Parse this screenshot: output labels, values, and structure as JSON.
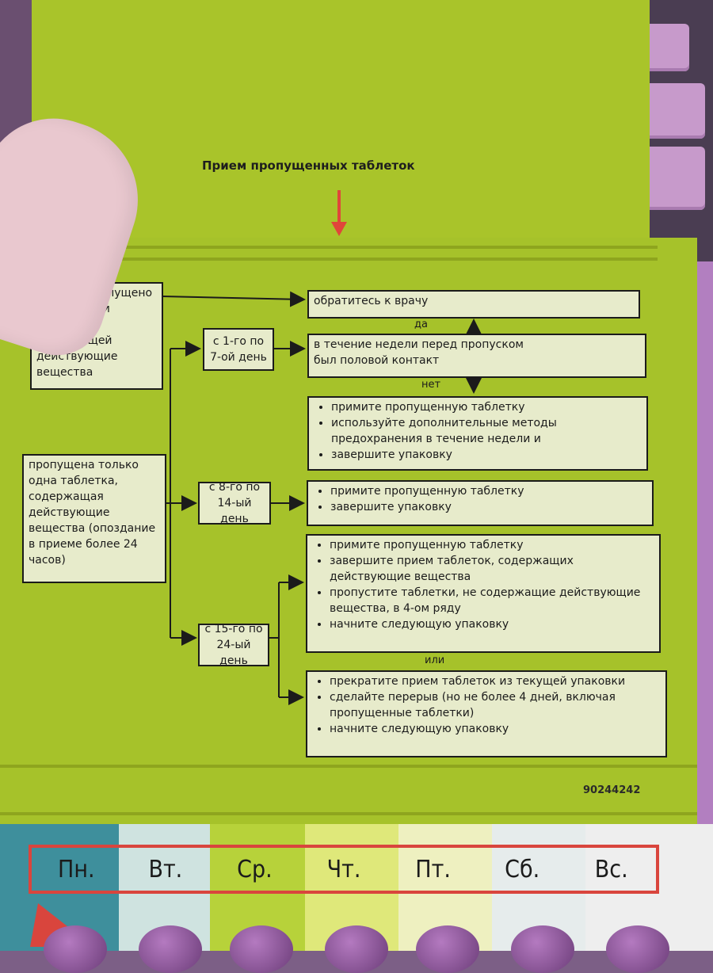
{
  "title": "Прием пропущенных таблеток",
  "code": "90244242",
  "condition_top": "За цикл пропущено более одной таблетки, содержащей действующие вещества",
  "condition_bottom": "пропущена только одна таблетка, содержащая действующие вещества (опоздание в приеме более 24 часов)",
  "consult": "обратитесь к врачу",
  "week1": {
    "period": "с 1-го по 7-ой день",
    "question_line1": "в течение недели перед пропуском",
    "question_line2": "был половой контакт",
    "yes": "да",
    "no": "нет",
    "steps": [
      "примите пропущенную таблетку",
      "используйте дополнительные методы предохранения в течение недели и",
      "завершите упаковку"
    ]
  },
  "week2": {
    "period": "с 8-го по 14-ый день",
    "steps": [
      "примите пропущенную таблетку",
      "завершите упаковку"
    ]
  },
  "week3": {
    "period": "с 15-го по 24-ый день",
    "option_a": [
      "примите пропущенную таблетку",
      "завершите прием таблеток, содержащих действующие вещества",
      "пропустите таблетки, не содержащие действующие вещества, в 4-ом ряду",
      "начните следующую упаковку"
    ],
    "or": "или",
    "option_b": [
      "прекратите прием таблеток из текущей упаковки",
      "сделайте перерыв (но не более 4 дней, включая пропущенные таблетки)",
      "начните следующую упаковку"
    ]
  },
  "weekdays": [
    "Пн.",
    "Вт.",
    "Ср.",
    "Чт.",
    "Пт.",
    "Сб.",
    "Вс."
  ],
  "colors": {
    "card": "#a6c22a",
    "box": "#e7ebcb",
    "arrow_red": "#e0463a",
    "strip_border": "#d9453d"
  }
}
